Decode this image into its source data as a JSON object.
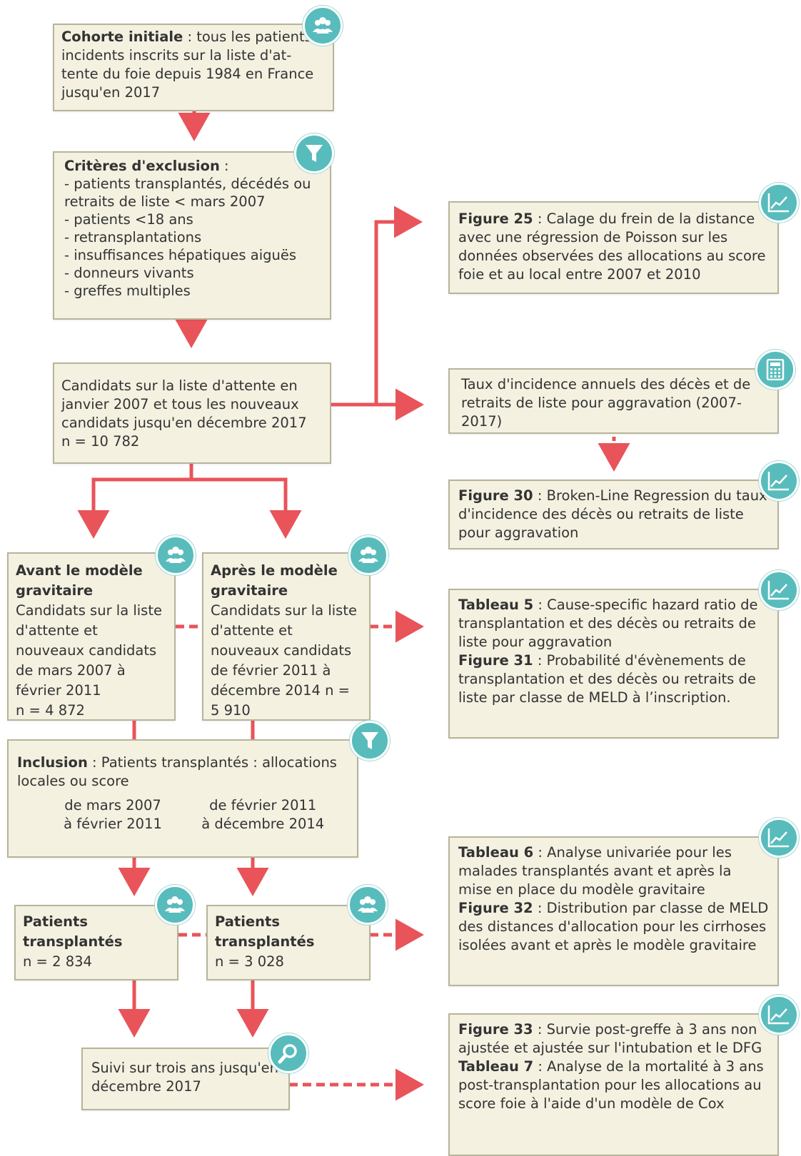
{
  "colors": {
    "box_fill": "#f4f1e1",
    "box_border": "#b7b49a",
    "arrow": "#e8545a",
    "badge": "#58bcbc"
  },
  "boxes": {
    "cohort": {
      "title": "Cohorte initiale",
      "text": " : tous les patients incidents inscrits sur la liste d'at-tente du foie depuis 1984 en France jusqu'en 2017"
    },
    "exclusion": {
      "title": "Critères d'exclusion",
      "title_suffix": " :",
      "items": [
        "- patients transplantés, décédés ou retraits de liste < mars 2007",
        "- patients <18 ans",
        "- retransplantations",
        "- insuffisances hépatiques aiguës",
        "- donneurs vivants",
        "- greffes multiples"
      ]
    },
    "candidates": {
      "text": "Candidats sur la liste d'attente en janvier 2007 et tous les nouveaux candidats jusqu'en décembre 2017",
      "n": "n = 10 782"
    },
    "before": {
      "title": "Avant le modèle gravitaire",
      "text": "Candidats sur la liste d'attente et nouveaux candidats de mars 2007 à février 2011",
      "n": "n = 4 872"
    },
    "after": {
      "title": "Après le modèle gravitaire",
      "text": "Candidats sur la liste d'attente et nouveaux candidats de février 2011 à décembre 2014  n = 5 910"
    },
    "inclusion": {
      "title": "Inclusion",
      "text": " : Patients transplantés : allocations locales ou score",
      "col1_line1": "de mars 2007",
      "col1_line2": "à février 2011",
      "col2_line1": "de février 2011",
      "col2_line2": "à décembre 2014"
    },
    "transplanted_left": {
      "title": "Patients transplantés",
      "n": "n = 2 834"
    },
    "transplanted_right": {
      "title": "Patients transplantés",
      "n": "n = 3 028"
    },
    "followup": {
      "text": "Suivi sur trois ans jusqu'en décembre 2017"
    },
    "fig25": {
      "title": "Figure 25",
      "text": " : Calage du frein de la distance avec une régression de Poisson sur les données observées des allocations au score foie et au local entre 2007 et 2010"
    },
    "incidence": {
      "text": "Taux d'incidence annuels des décès et de retraits de liste pour aggravation (2007-2017)"
    },
    "fig30": {
      "title": "Figure 30",
      "text": " : Broken-Line Regression du taux d'incidence des décès ou retraits de liste pour aggravation"
    },
    "tab5": {
      "title1": "Tableau 5",
      "text1": " : Cause-specific hazard ratio de transplantation et des décès ou retraits de liste pour aggravation",
      "title2": "Figure 31",
      "text2": " : Probabilité d'évènements de transplantation et des décès ou retraits de liste par classe de MELD à l’inscription."
    },
    "tab6": {
      "title1": "Tableau 6",
      "text1": " : Analyse univariée pour les malades transplantés avant et après la mise en place du modèle gravitaire",
      "title2": "Figure 32",
      "text2": " : Distribution par classe de MELD des distances d'allocation pour les cirrhoses isolées avant et après le modèle gravitaire"
    },
    "fig33": {
      "title1": "Figure 33",
      "text1": " : Survie post-greffe à 3 ans non ajustée et ajustée sur l'intubation et le DFG",
      "title2": "Tableau 7",
      "text2": " : Analyse de la mortalité à 3 ans post-transplantation pour les allocations au score foie à l'aide d'un modèle de Cox"
    }
  },
  "icons": {
    "cohort": "people-icon",
    "exclusion": "filter-icon",
    "before": "people-icon",
    "after": "people-icon",
    "inclusion": "filter-icon",
    "transplanted_left": "people-icon",
    "transplanted_right": "people-icon",
    "followup": "magnifier-icon",
    "fig25": "line-chart-icon",
    "incidence": "calculator-icon",
    "fig30": "line-chart-icon",
    "tab5": "line-chart-icon",
    "tab6": "line-chart-icon",
    "fig33": "line-chart-icon"
  }
}
